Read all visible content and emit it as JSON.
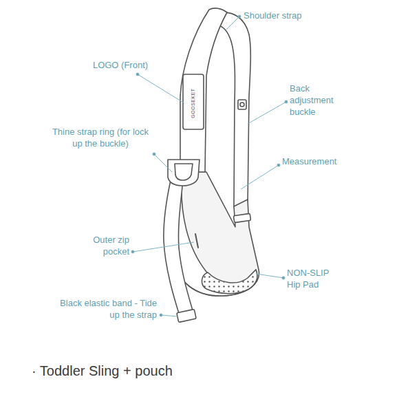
{
  "diagram": {
    "caption": "· Toddler Sling + pouch",
    "labels": [
      "Shoulder strap",
      "LOGO (Front)",
      "GOOSEKET",
      "Back adjustment buckle",
      "Thine strap ring (for lock up the buckle)",
      "Measurement",
      "Outer zip pocket",
      "NON-SLIP Hip Pad",
      "Black elastic band - Tide up the strap"
    ]
  }
}
